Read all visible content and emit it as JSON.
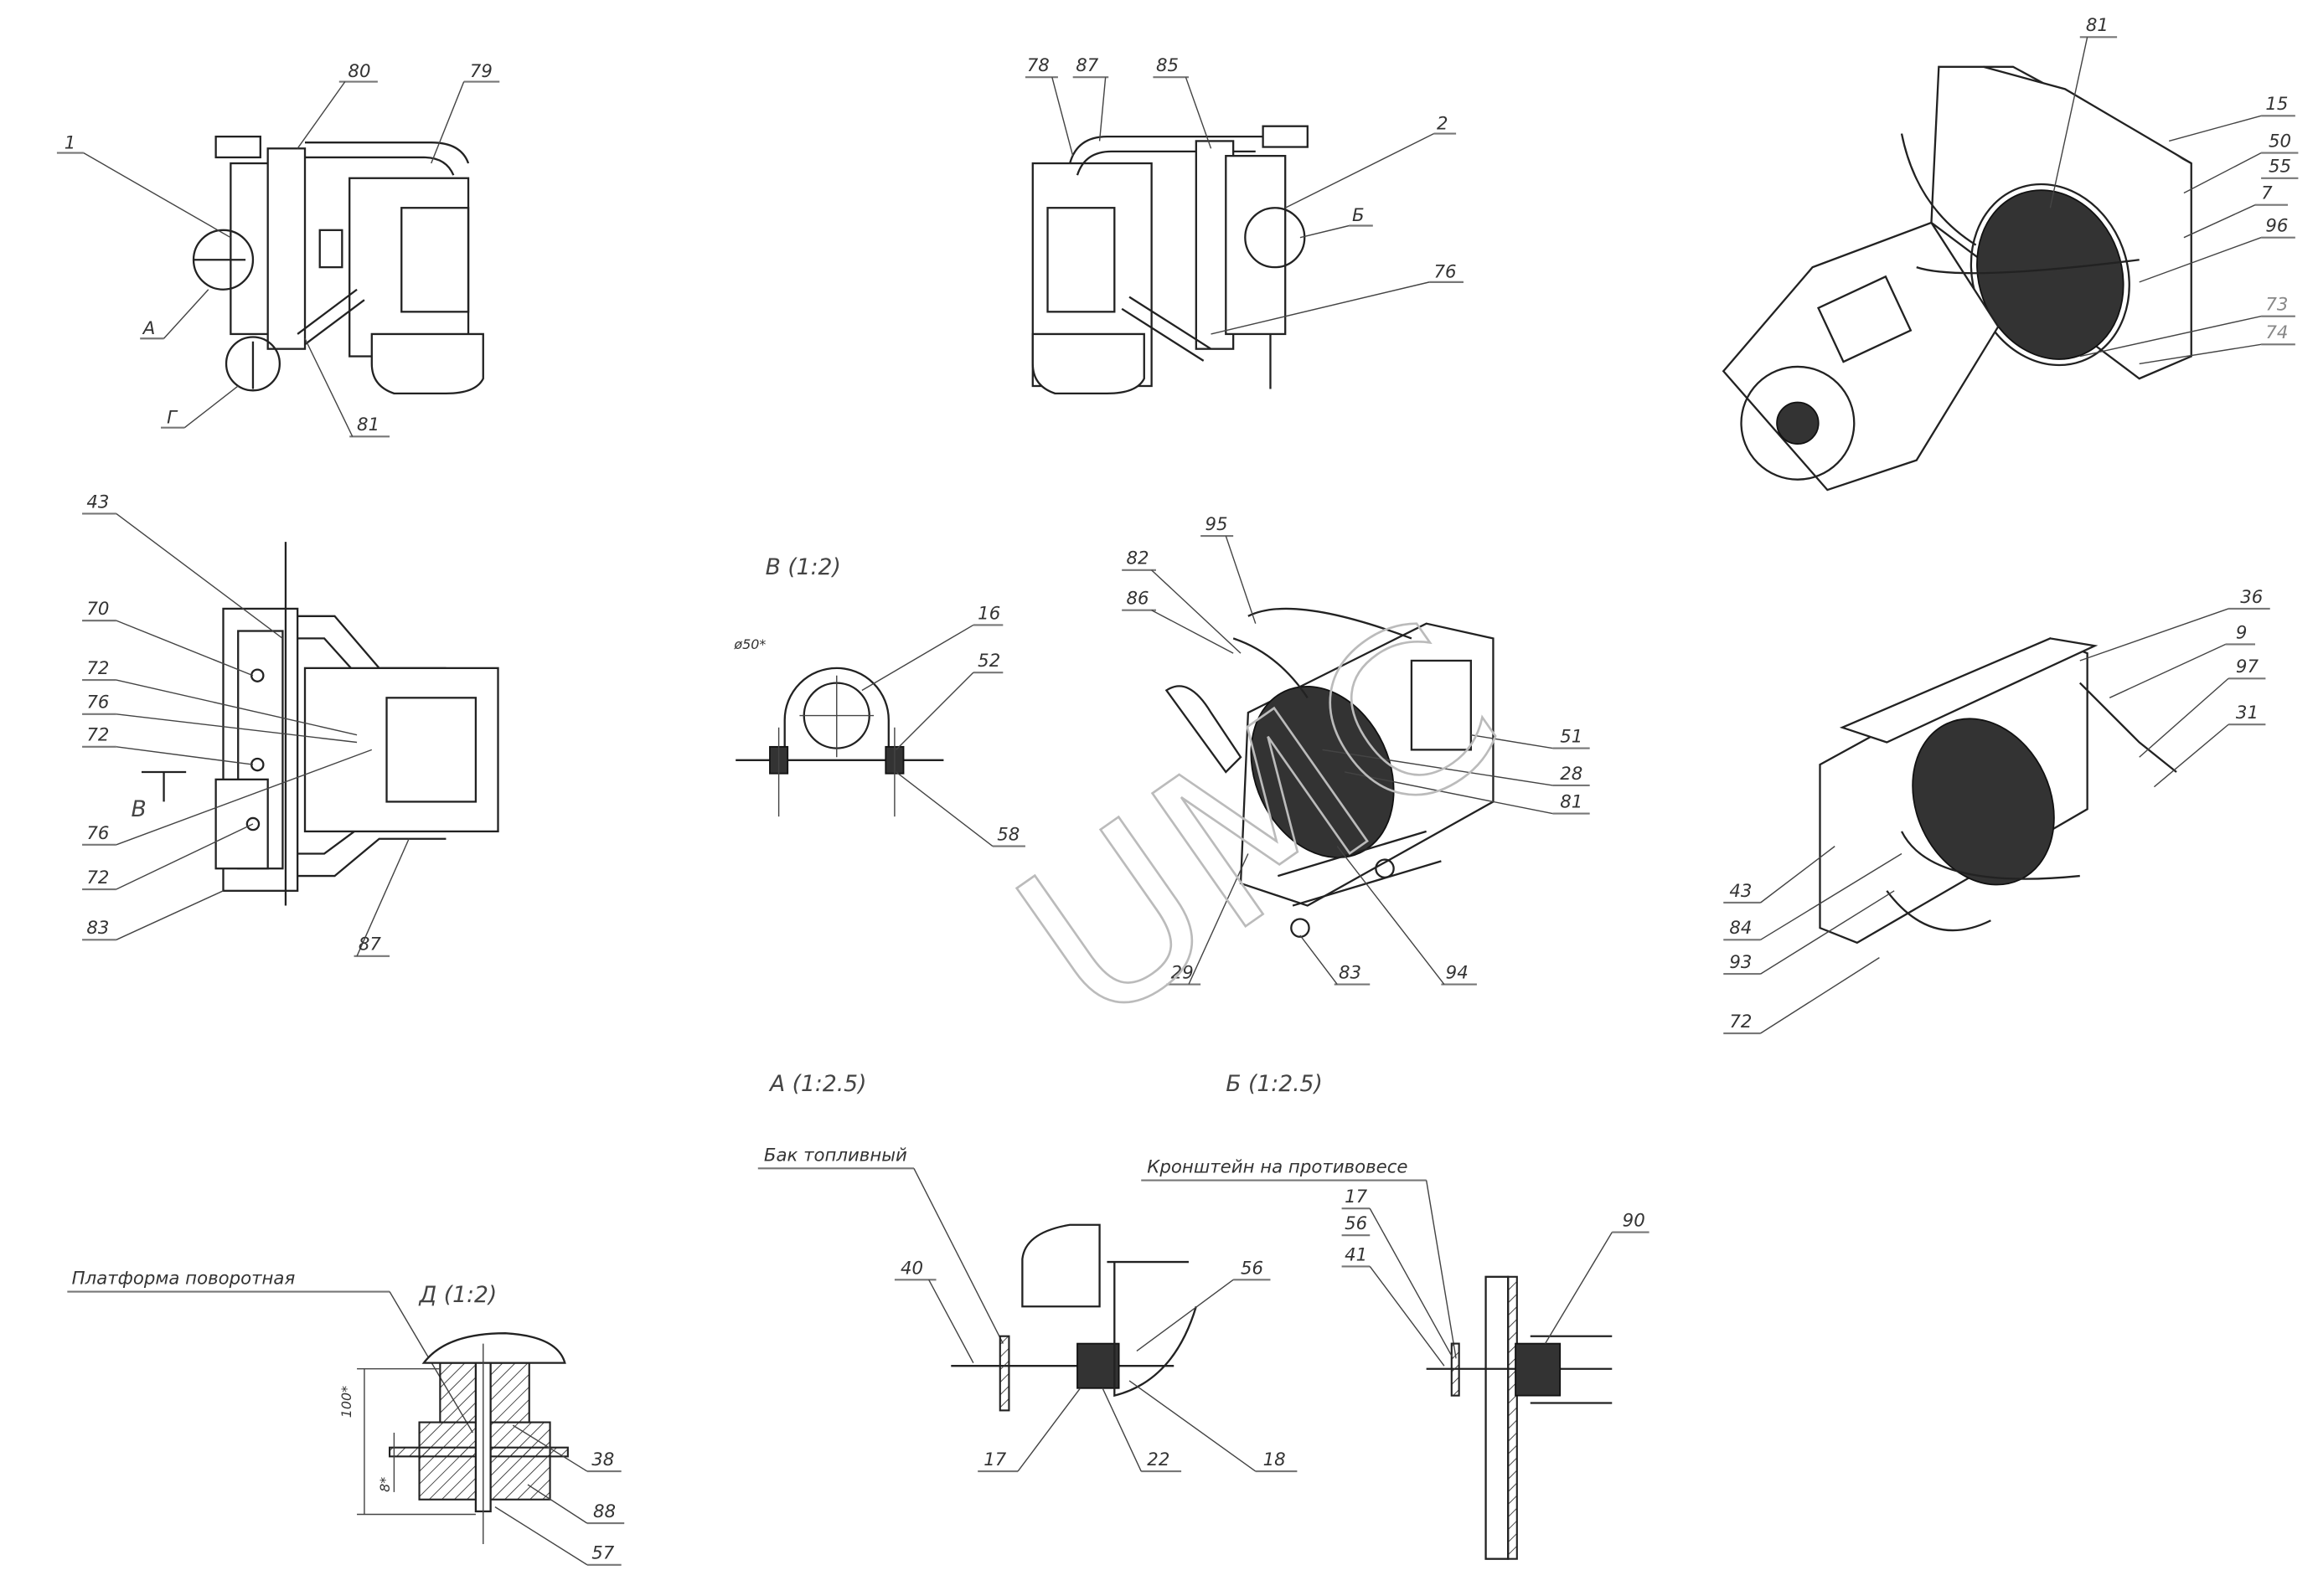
{
  "view_side_left": {
    "labels": [
      "1",
      "80",
      "79",
      "А",
      "Г",
      "81"
    ]
  },
  "view_side_right": {
    "labels": [
      "78",
      "87",
      "85",
      "2",
      "Б",
      "76"
    ]
  },
  "view_iso_top": {
    "labels": [
      "81",
      "15",
      "50",
      "55",
      "7",
      "96",
      "73",
      "74"
    ]
  },
  "view_front": {
    "labels": [
      "43",
      "70",
      "72",
      "76",
      "72",
      "В",
      "76",
      "72",
      "83",
      "87"
    ]
  },
  "detail_v": {
    "title": "В (1:2)",
    "dimension": "ø50*",
    "labels": [
      "16",
      "52",
      "58"
    ]
  },
  "view_radiator": {
    "labels": [
      "95",
      "82",
      "86",
      "51",
      "28",
      "81",
      "29",
      "83",
      "94"
    ]
  },
  "view_iso_right": {
    "labels": [
      "36",
      "9",
      "97",
      "31",
      "43",
      "84",
      "93",
      "72"
    ]
  },
  "detail_a": {
    "title": "А (1:2.5)",
    "note": "Бак топливный",
    "labels": [
      "40",
      "56",
      "17",
      "22",
      "18"
    ]
  },
  "detail_b": {
    "title": "Б (1:2.5)",
    "note": "Кронштейн на противовесе",
    "labels": [
      "17",
      "56",
      "41",
      "90"
    ]
  },
  "detail_d": {
    "title": "Д (1:2)",
    "note": "Платформа поворотная",
    "dim_height": "100*",
    "dim_small": "8*",
    "labels": [
      "38",
      "88",
      "57"
    ]
  },
  "watermark": "UMC"
}
